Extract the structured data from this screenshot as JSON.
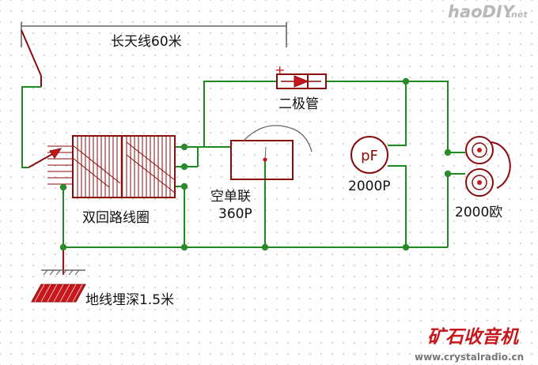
{
  "labels": {
    "antenna": "长天线60米",
    "diode_polarity": "+",
    "diode": "二极管",
    "coil": "双回路线圈",
    "cap_name": "空单联",
    "cap_value": "360P",
    "fixed_cap_symbol": "pF",
    "fixed_cap_value": "2000P",
    "headphone": "2000欧",
    "ground": "地线埋深1.5米"
  },
  "watermarks": {
    "top_right": "haoDIY",
    "top_right_suffix": ".net",
    "bottom_title": "矿石收音机",
    "bottom_url": "www.crystalradio.cn"
  },
  "colors": {
    "wire": "#1f8a1f",
    "component": "#8b0a0a",
    "node": "#2b8a2b",
    "wire_red": "#cc0000",
    "watermark_red": "#c8161d",
    "watermark_gray": "#777777"
  }
}
